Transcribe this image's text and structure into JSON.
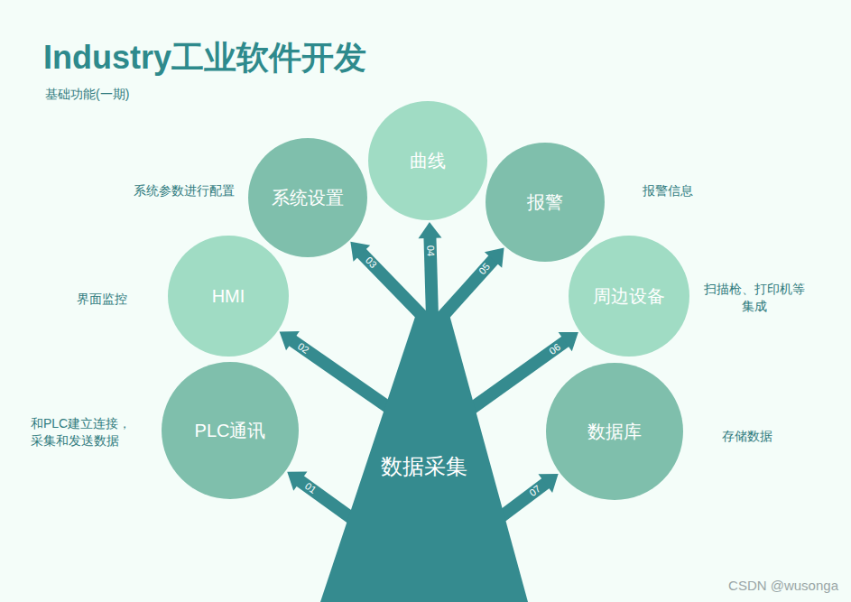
{
  "diagram": {
    "title": "Industry工业软件开发",
    "nodes": [
      {
        "text": [
          "数据采集"
        ]
      },
      {
        "text": [
          "PLC通讯"
        ]
      },
      {
        "text": [
          "HMI"
        ]
      },
      {
        "text": [
          "系统设置"
        ]
      },
      {
        "text": [
          "曲线"
        ]
      },
      {
        "text": [
          "报警"
        ]
      },
      {
        "text": [
          "周边设备"
        ]
      },
      {
        "text": [
          "数据库"
        ]
      }
    ],
    "edges": [
      {
        "from": 0,
        "to": 1,
        "arrow": "to",
        "label": "01"
      },
      {
        "from": 0,
        "to": 2,
        "arrow": "to",
        "label": "02"
      },
      {
        "from": 0,
        "to": 3,
        "arrow": "to",
        "label": "03"
      },
      {
        "from": 0,
        "to": 4,
        "arrow": "to",
        "label": "04"
      },
      {
        "from": 0,
        "to": 5,
        "arrow": "to",
        "label": "05"
      },
      {
        "from": 0,
        "to": 6,
        "arrow": "to",
        "label": "06"
      },
      {
        "from": 0,
        "to": 7,
        "arrow": "to",
        "label": "07"
      }
    ],
    "labels": [
      "基础功能(一期)",
      "系统参数进行配置",
      "报警信息",
      "界面监控",
      "扫描枪、打印机等 集成",
      "和PLC建立连接， 采集和发送数据",
      "存储数据",
      "CSDN @wusonga"
    ]
  }
}
